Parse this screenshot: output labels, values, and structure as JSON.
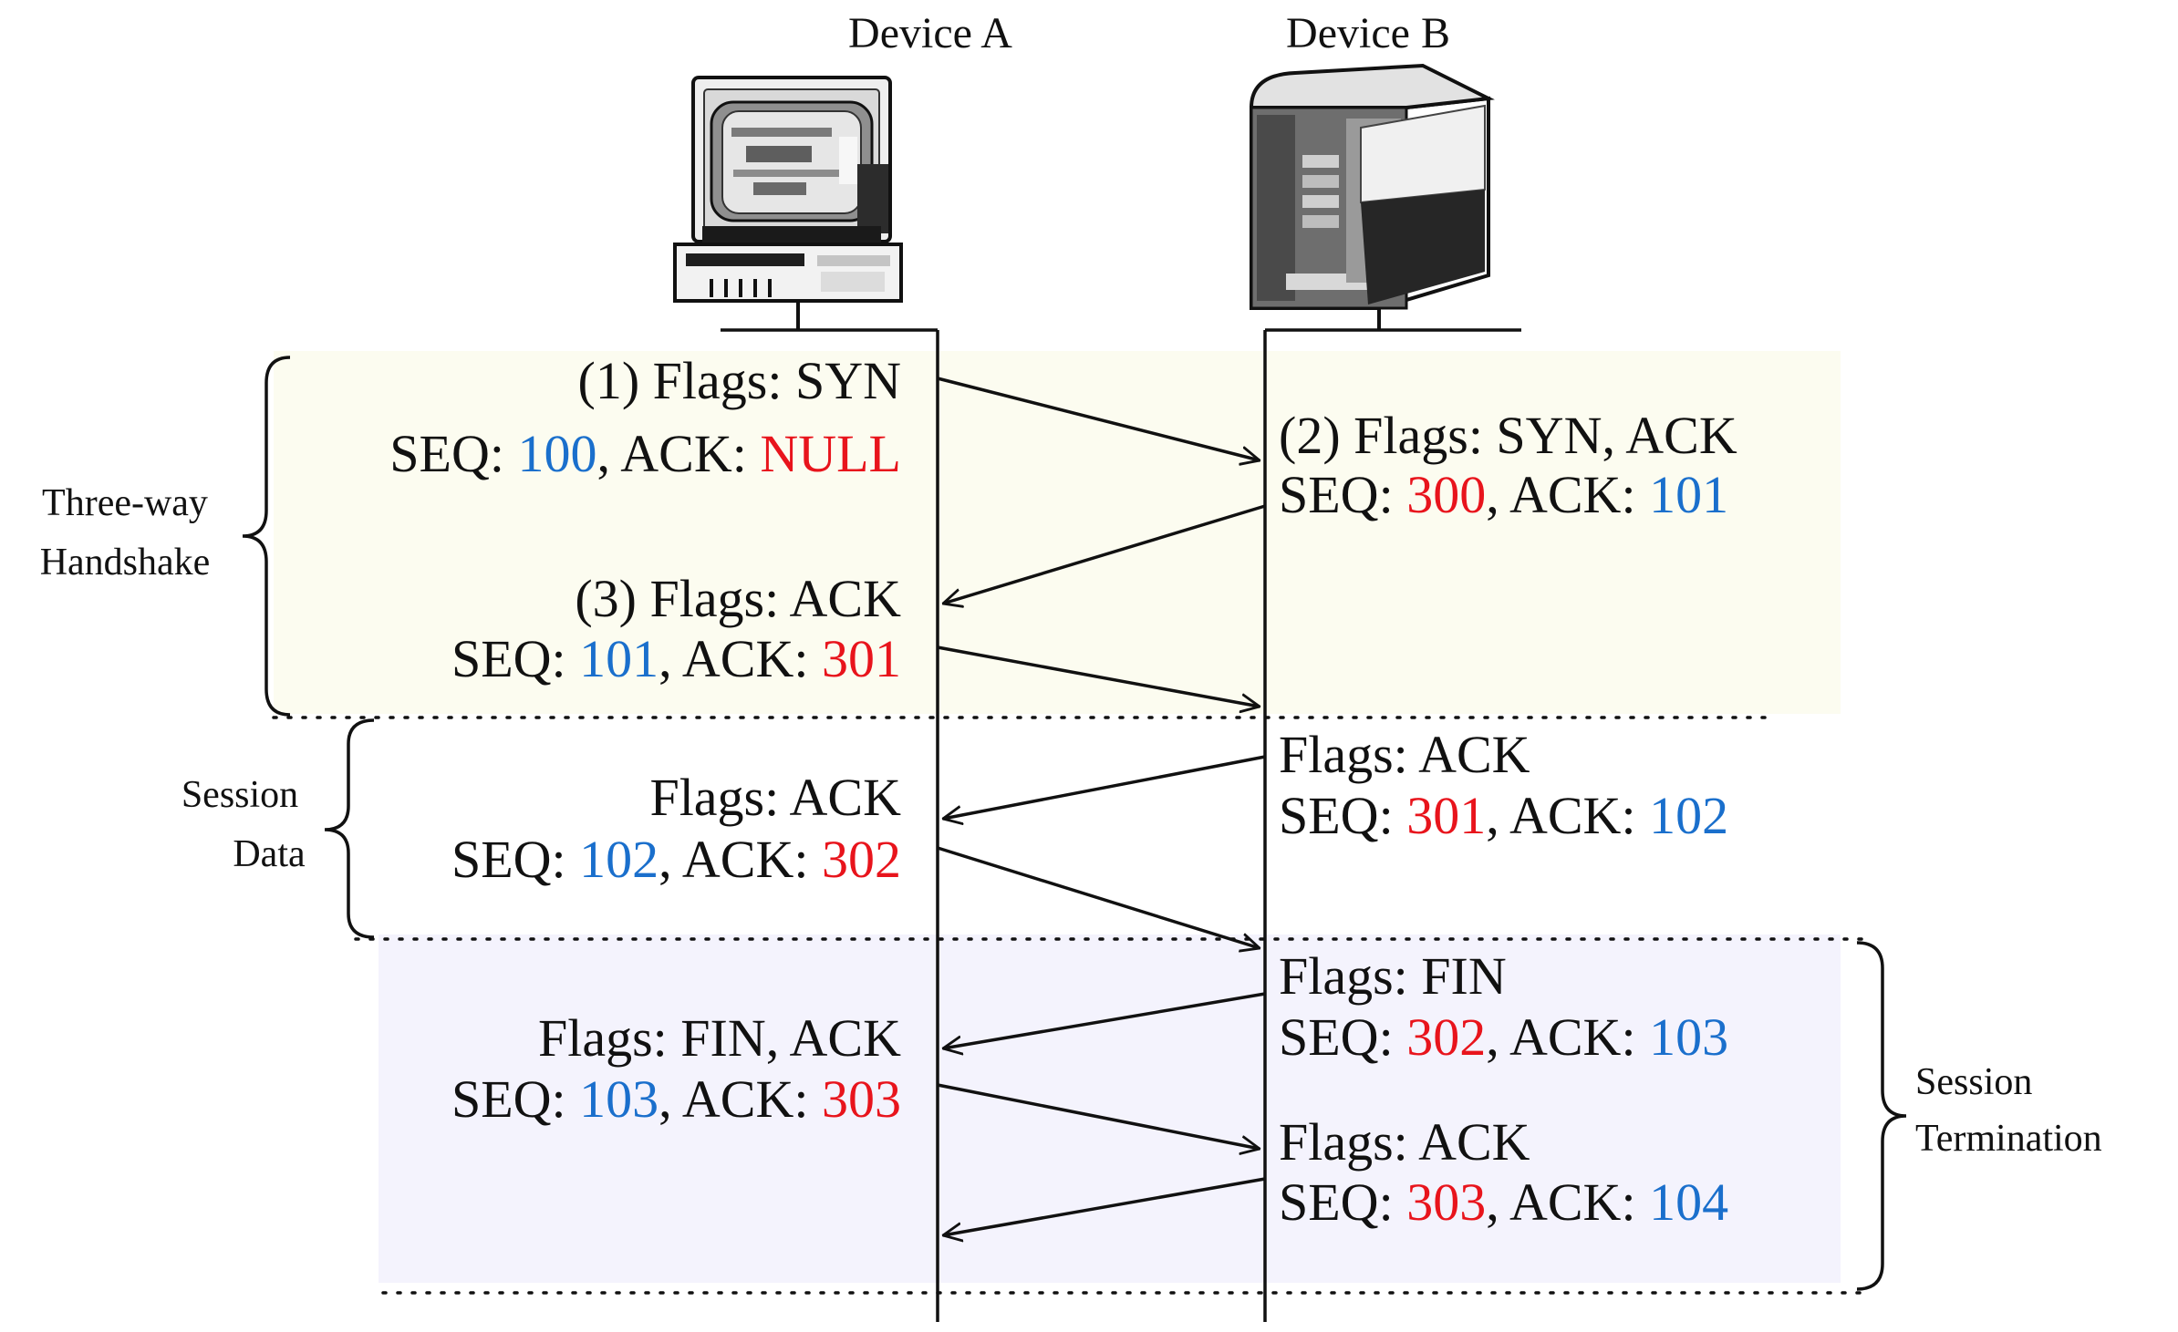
{
  "devices": {
    "a": {
      "label": "Device A",
      "icon": "desktop-computer-icon"
    },
    "b": {
      "label": "Device B",
      "icon": "server-tower-icon"
    }
  },
  "phases": {
    "handshake": {
      "line1": "Three-way",
      "line2": "Handshake",
      "color": "#fcfcf0"
    },
    "session_data": {
      "line1": "Session",
      "line2": "Data"
    },
    "termination": {
      "line1": "Session",
      "line2": "Termination",
      "color": "#f4f3fd"
    }
  },
  "colors": {
    "device_a_number": "#1a6fcc",
    "device_b_number": "#e8141c",
    "text": "#111111"
  },
  "messages": [
    {
      "id": "msg-1",
      "side": "a",
      "direction": "a-to-b",
      "flags": "(1) Flags: SYN",
      "seq_label": "SEQ: ",
      "seq": "100",
      "ack_label": ", ACK: ",
      "ack": "NULL",
      "seq_color": "#1a6fcc",
      "ack_color": "#e8141c"
    },
    {
      "id": "msg-2",
      "side": "b",
      "direction": "b-to-a",
      "flags": "(2) Flags: SYN, ACK",
      "seq_label": "SEQ: ",
      "seq": "300",
      "ack_label": ", ACK: ",
      "ack": "101",
      "seq_color": "#e8141c",
      "ack_color": "#1a6fcc"
    },
    {
      "id": "msg-3",
      "side": "a",
      "direction": "a-to-b",
      "flags": "(3) Flags: ACK",
      "seq_label": "SEQ: ",
      "seq": "101",
      "ack_label": ", ACK: ",
      "ack": "301",
      "seq_color": "#1a6fcc",
      "ack_color": "#e8141c"
    },
    {
      "id": "msg-4",
      "side": "b",
      "direction": "b-to-a",
      "flags": "Flags: ACK",
      "seq_label": "SEQ: ",
      "seq": "301",
      "ack_label": ", ACK: ",
      "ack": "102",
      "seq_color": "#e8141c",
      "ack_color": "#1a6fcc"
    },
    {
      "id": "msg-5",
      "side": "a",
      "direction": "a-to-b",
      "flags": "Flags: ACK",
      "seq_label": "SEQ: ",
      "seq": "102",
      "ack_label": ", ACK: ",
      "ack": "302",
      "seq_color": "#1a6fcc",
      "ack_color": "#e8141c"
    },
    {
      "id": "msg-6",
      "side": "b",
      "direction": "b-to-a",
      "flags": "Flags: FIN",
      "seq_label": "SEQ: ",
      "seq": "302",
      "ack_label": ", ACK: ",
      "ack": "103",
      "seq_color": "#e8141c",
      "ack_color": "#1a6fcc"
    },
    {
      "id": "msg-7",
      "side": "a",
      "direction": "a-to-b",
      "flags": "Flags: FIN, ACK",
      "seq_label": "SEQ: ",
      "seq": "103",
      "ack_label": ", ACK: ",
      "ack": "303",
      "seq_color": "#1a6fcc",
      "ack_color": "#e8141c"
    },
    {
      "id": "msg-8",
      "side": "b",
      "direction": "b-to-a",
      "flags": "Flags: ACK",
      "seq_label": "SEQ: ",
      "seq": "303",
      "ack_label": ", ACK: ",
      "ack": "104",
      "seq_color": "#e8141c",
      "ack_color": "#1a6fcc"
    }
  ]
}
